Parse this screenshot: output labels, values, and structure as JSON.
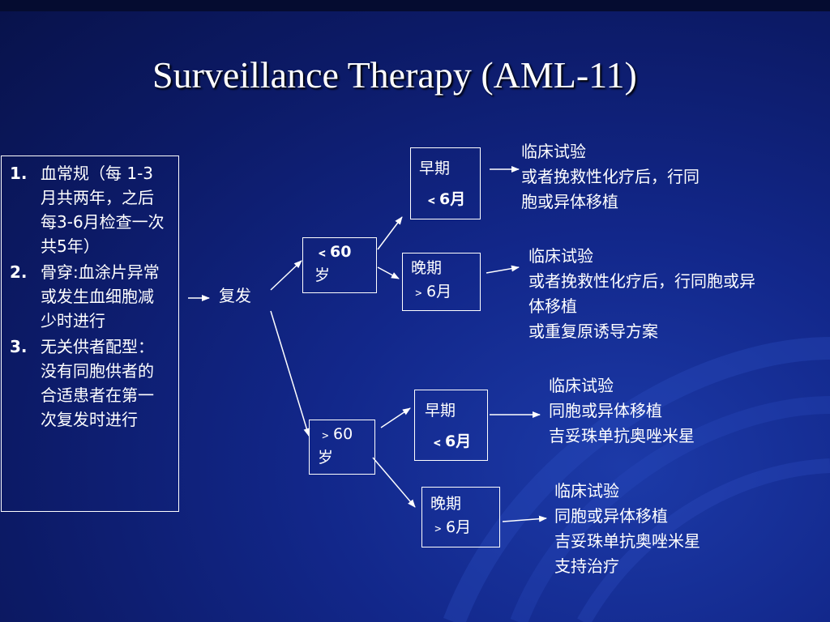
{
  "slide": {
    "title": "Surveillance Therapy (AML-11)"
  },
  "conditions": {
    "items": [
      {
        "num": "1.",
        "text": "血常规（每 1-3 月共两年，之后每3-6月检查一次共5年）"
      },
      {
        "num": "2.",
        "text": "骨穿:血涂片异常或发生血细胞减少时进行"
      },
      {
        "num": "3.",
        "text": "无关供者配型：没有同胞供者的合适患者在第一次复发时进行"
      }
    ]
  },
  "relapse": {
    "label": "复发"
  },
  "age_under60": {
    "line1": "﹤60",
    "line2": "岁"
  },
  "age_over60": {
    "line1": "﹥60",
    "line2": "岁"
  },
  "u60_early": {
    "line1": "早期",
    "line2": "﹤6月"
  },
  "u60_late": {
    "line1": "晚期",
    "line2": "﹥6月"
  },
  "o60_early": {
    "line1": "早期",
    "line2": "﹤6月"
  },
  "o60_late": {
    "line1": "晚期",
    "line2": "﹥6月"
  },
  "outcomes": {
    "u60_early": [
      "临床试验",
      "或者挽救性化疗后，行同",
      "胞或异体移植"
    ],
    "u60_late": [
      "临床试验",
      "或者挽救性化疗后，行同胞或异",
      "体移植",
      "或重复原诱导方案"
    ],
    "o60_early": [
      "临床试验",
      "同胞或异体移植",
      "吉妥珠单抗奥唑米星"
    ],
    "o60_late": [
      "临床试验",
      "同胞或异体移植",
      "吉妥珠单抗奥唑米星",
      "支持治疗"
    ]
  }
}
